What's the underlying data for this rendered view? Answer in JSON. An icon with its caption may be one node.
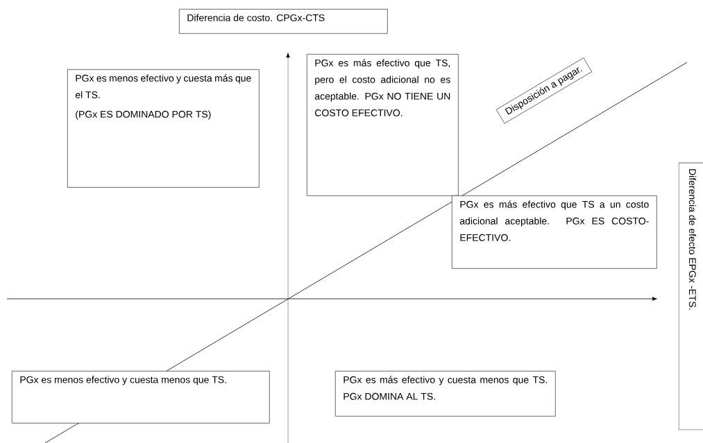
{
  "diagram": {
    "nodes": [
      {
        "text": [
          "Diferencia de costo. CPGx-CTS"
        ]
      },
      {
        "text": [
          "PGx es menos efectivo y cuesta más que el TS.",
          "(PGx ES DOMINADO POR TS)"
        ]
      },
      {
        "text": [
          "PGx es más efectivo que TS, pero el costo adicional no es aceptable. PGx NO TIENE UN COSTO EFECTIVO."
        ]
      },
      {
        "text": [
          "Disposición a pagar."
        ]
      },
      {
        "text": [
          "PGx es más efectivo que TS a un costo adicional aceptable. PGx ES COSTO-EFECTIVO."
        ]
      },
      {
        "text": [
          "Diferencia de efecto EPGx -ETS."
        ]
      },
      {
        "text": [
          "PGx es menos efectivo y cuesta menos que TS."
        ]
      },
      {
        "text": [
          "PGx es más efectivo y cuesta menos que TS. PGx DOMINA AL TS."
        ]
      }
    ],
    "edges": []
  }
}
